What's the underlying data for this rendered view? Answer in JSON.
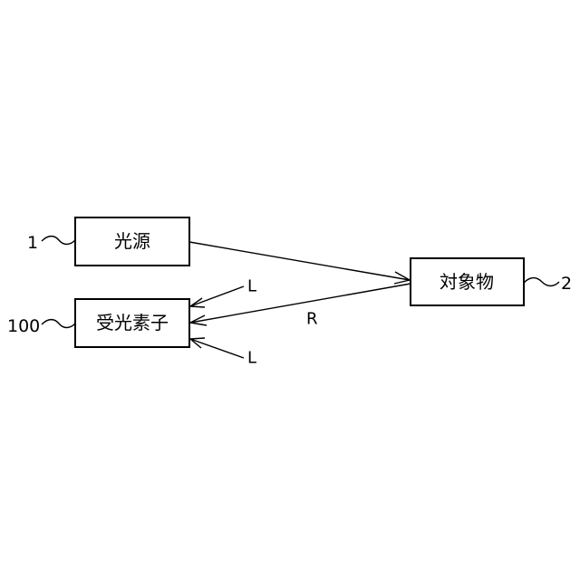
{
  "blocks": {
    "light_source": {
      "label": "光源",
      "ref": "1"
    },
    "receiver": {
      "label": "受光素子",
      "ref": "100"
    },
    "object": {
      "label": "対象物",
      "ref": "2"
    }
  },
  "signals": {
    "reflected": "R",
    "ambient_upper": "L",
    "ambient_lower": "L"
  }
}
